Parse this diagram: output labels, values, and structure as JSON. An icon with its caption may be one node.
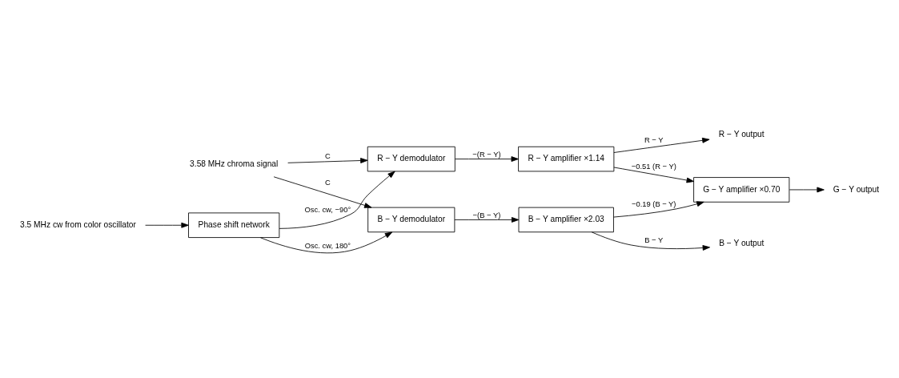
{
  "diagram": {
    "nodes": [
      {
        "text": [
          "3.58 MHz chroma signal"
        ]
      },
      {
        "text": [
          "R − Y demodulator"
        ]
      },
      {
        "text": [
          "R − Y amplifier ×1.14"
        ]
      },
      {
        "text": [
          "G − Y amplifier ×0.70"
        ]
      },
      {
        "text": [
          "B − Y demodulator"
        ]
      },
      {
        "text": [
          "B − Y amplifier ×2.03"
        ]
      },
      {
        "text": [
          "Phase shift network"
        ]
      },
      {
        "text": [
          "3.5 MHz cw from color oscillator"
        ]
      },
      {
        "text": [
          "R − Y output"
        ]
      },
      {
        "text": [
          "G − Y output"
        ]
      },
      {
        "text": [
          "B − Y output"
        ]
      }
    ],
    "edges": [
      {
        "from": 0,
        "to": 1,
        "arrow": "to",
        "label": "C"
      },
      {
        "from": 0,
        "to": 4,
        "arrow": "to",
        "label": "C"
      },
      {
        "from": 6,
        "to": 1,
        "arrow": "to",
        "label": "Osc. cw, −90°"
      },
      {
        "from": 6,
        "to": 4,
        "arrow": "to",
        "label": "Osc. cw, 180°"
      },
      {
        "from": 1,
        "to": 2,
        "arrow": "to",
        "label": "−(R − Y)"
      },
      {
        "from": 2,
        "to": 8,
        "arrow": "to",
        "label": "R − Y"
      },
      {
        "from": 2,
        "to": 3,
        "arrow": "to",
        "label": "−0.51 (R − Y)"
      },
      {
        "from": 4,
        "to": 5,
        "arrow": "to",
        "label": "−(B − Y)"
      },
      {
        "from": 5,
        "to": 3,
        "arrow": "to",
        "label": "−0.19 (B − Y)"
      },
      {
        "from": 5,
        "to": 10,
        "arrow": "to",
        "label": "B − Y"
      },
      {
        "from": 3,
        "to": 9,
        "arrow": "to"
      },
      {
        "from": 7,
        "to": 6,
        "arrow": "to"
      }
    ]
  }
}
